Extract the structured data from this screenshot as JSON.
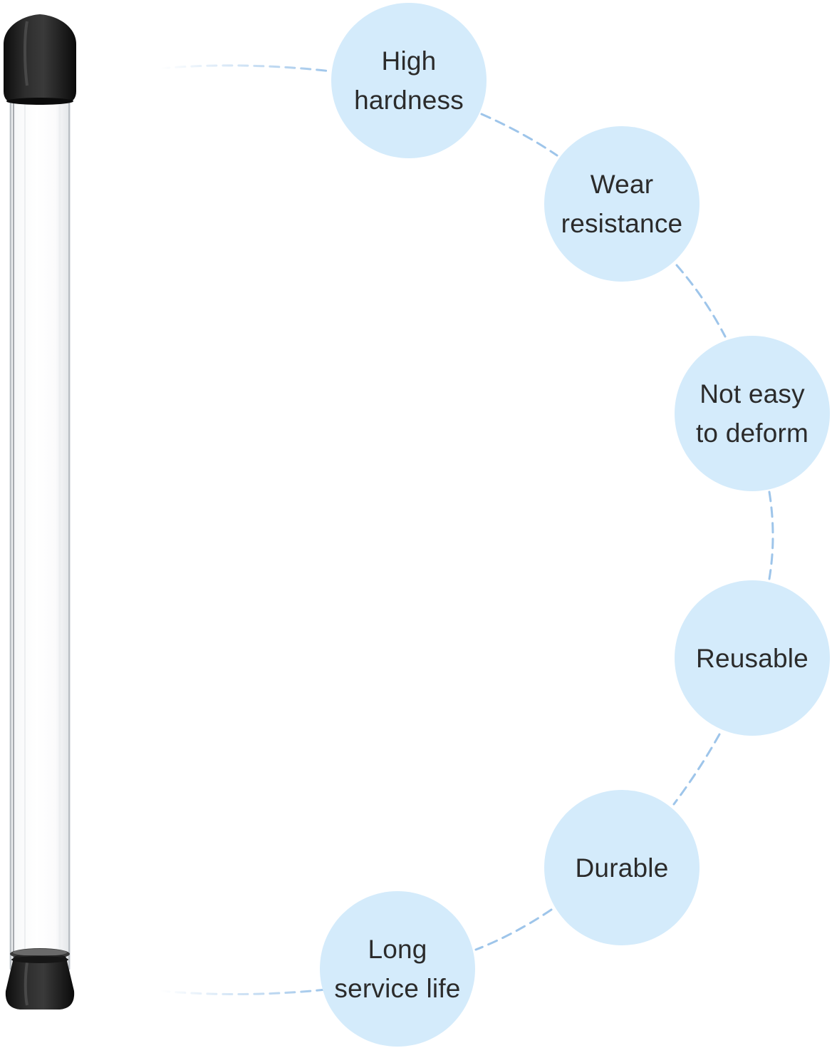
{
  "colors": {
    "background": "#ffffff",
    "circle_fill": "#d4ebfb",
    "connector": "#9ec5ea",
    "text": "#2b2b2b",
    "cap": "#1c1c1c",
    "tube_edge": "#bfc3c7"
  },
  "product": {
    "name": "clear-tube-with-black-end-caps"
  },
  "features": [
    {
      "id": "high-hardness",
      "label": "High\nhardness"
    },
    {
      "id": "wear-resistance",
      "label": "Wear\nresistance"
    },
    {
      "id": "not-easy-to-deform",
      "label": "Not easy\nto deform"
    },
    {
      "id": "reusable",
      "label": "Reusable"
    },
    {
      "id": "durable",
      "label": "Durable"
    },
    {
      "id": "long-service-life",
      "label": "Long\nservice life"
    }
  ]
}
